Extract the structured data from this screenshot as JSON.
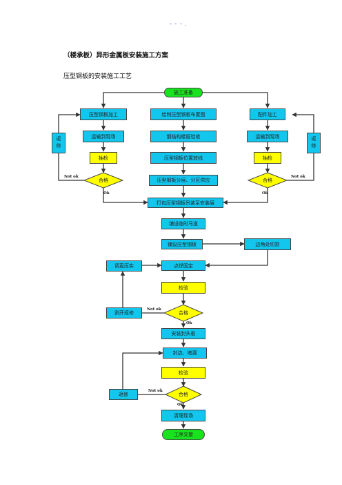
{
  "header_mark": "- - - .",
  "doc_title": "（楼承板）异形金属板安装施工方案",
  "section_title": "压型钢板的安装施工工艺",
  "flow": {
    "start": "施工准备",
    "col_left": "压型钢板加工",
    "col_center": "绘制压型钢板布置图",
    "col_right": "配件加工",
    "transport_left": "运输到现场",
    "verify_steel": "钢结构楼层验收",
    "transport_right": "运输到现场",
    "sample_left": "抽检",
    "layout_line": "压型钢板位置放线",
    "sample_right": "抽检",
    "pass_left": "合格",
    "distribute": "压型钢板分层、分区供应",
    "pass_right": "合格",
    "return_left": "返修",
    "return_right": "返修",
    "lift": "打包压型钢板吊装至安装层",
    "walkway": "铺设临时马道",
    "lay": "铺设压型钢板",
    "edge_cut": "边角处切割",
    "adjust": "调直压实",
    "spot_weld": "点焊固定",
    "inspect1": "检验",
    "pass_mid": "合格",
    "rework_weld": "割开返修",
    "install_end": "安装封头板",
    "seal": "封边、堵漏",
    "inspect2": "检验",
    "pass_bottom": "合格",
    "repair": "返修",
    "cleanup": "清理现场",
    "finish": "工序交接",
    "label_not_ok": "Not ok",
    "label_ok": "Ok"
  },
  "colors": {
    "process": "#12c6ee",
    "check": "#ffff00",
    "terminal": "#19e31f",
    "line": "#333333"
  }
}
